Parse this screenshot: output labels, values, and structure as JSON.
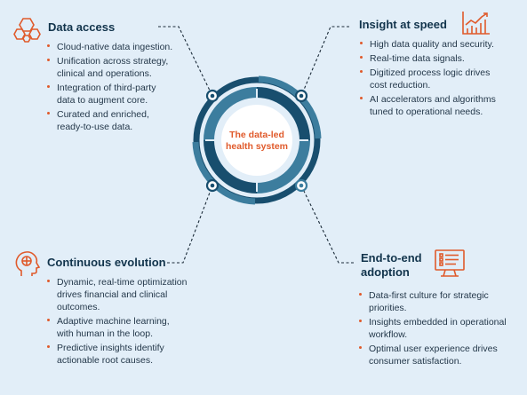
{
  "center": {
    "line1": "The data-led",
    "line2": "health system"
  },
  "sections": {
    "data_access": {
      "title": "Data access",
      "icon": "hexagon-network-icon",
      "items": [
        "Cloud-native data ingestion.",
        "Unification across strategy,\nclinical and operations.",
        "Integration of third-party\ndata to augment core.",
        "Curated and enriched,\nready-to-use data."
      ]
    },
    "insight_at_speed": {
      "title": "Insight at speed",
      "icon": "growth-chart-icon",
      "items": [
        "High data quality and security.",
        "Real-time data signals.",
        "Digitized process logic drives\ncost reduction.",
        "AI accelerators and algorithms\ntuned to operational needs."
      ]
    },
    "continuous_evolution": {
      "title": "Continuous evolution",
      "icon": "head-brain-icon",
      "items": [
        "Dynamic, real-time optimization\ndrives financial and clinical\noutcomes.",
        "Adaptive machine learning,\nwith human in the loop.",
        "Predictive insights identify\nactionable root causes."
      ]
    },
    "end_to_end": {
      "title_line1": "End-to-end",
      "title_line2": "adoption",
      "icon": "monitor-checklist-icon",
      "items": [
        "Data-first culture for strategic\npriorities.",
        "Insights embedded in operational\nworkflow.",
        "Optimal user experience drives\nconsumer satisfaction."
      ]
    }
  },
  "colors": {
    "background": "#e2eef8",
    "ring_dark": "#184e6e",
    "ring_mid": "#3c7d9e",
    "accent": "#e05a2b",
    "title": "#12344c"
  }
}
